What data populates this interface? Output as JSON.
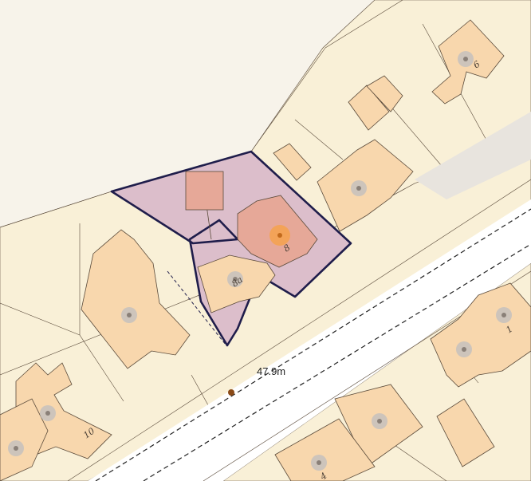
{
  "map": {
    "measurement": "47.9m",
    "colors": {
      "background": "#f7f3ea",
      "parcel": "#f9f0d7",
      "building": "#f8d7ad",
      "selected_plot": "#dcbecb",
      "selected_building": "#e6a898",
      "selected_outline": "#1f1d4b",
      "road": "#ffffff",
      "marker": "#f4a24c",
      "address_dot": "#c8c2bc",
      "point_marker": "#8a4a17"
    },
    "house_numbers": {
      "h6": "6",
      "h8": "8",
      "h8a": "8a",
      "h1": "1",
      "h10": "10",
      "h4": "4"
    }
  }
}
